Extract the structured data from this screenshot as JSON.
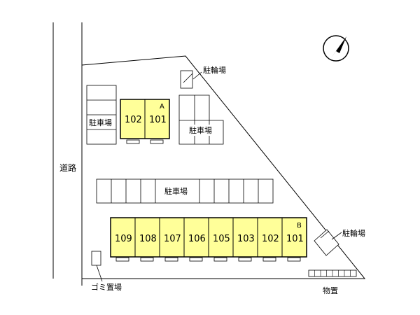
{
  "labels": {
    "road": "道路",
    "parking": "駐車場",
    "bicycle_parking": "駐輪場",
    "garbage": "ゴミ置場",
    "storage": "物置"
  },
  "buildings": [
    {
      "name": "A",
      "units": [
        "102",
        "101"
      ]
    },
    {
      "name": "B",
      "units": [
        "109",
        "108",
        "107",
        "106",
        "105",
        "103",
        "102",
        "101"
      ]
    }
  ],
  "colors": {
    "unit_fill": "#ffff99",
    "line": "#000000",
    "background": "#ffffff"
  },
  "icons": {
    "compass": "north-arrow-icon"
  }
}
